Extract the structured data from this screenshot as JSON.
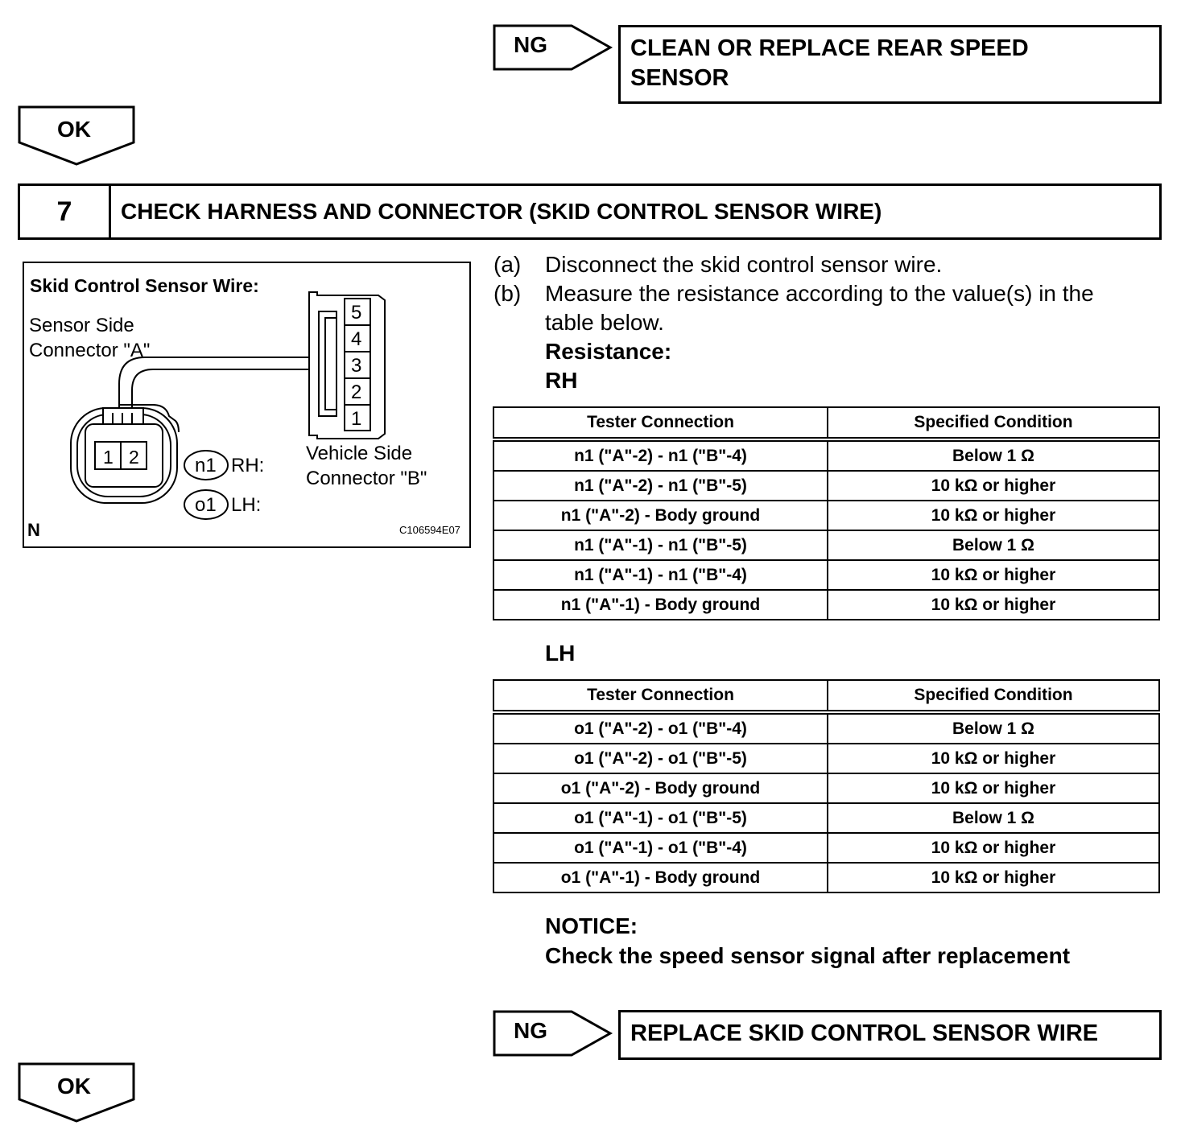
{
  "top_ng": {
    "label": "NG",
    "result": [
      "CLEAN OR REPLACE REAR SPEED",
      "SENSOR"
    ]
  },
  "top_ok": {
    "label": "OK"
  },
  "step": {
    "number": "7",
    "title": "CHECK HARNESS AND CONNECTOR (SKID CONTROL SENSOR WIRE)"
  },
  "figure": {
    "title": "Skid Control Sensor Wire:",
    "sensor_side": [
      "Sensor Side",
      "Connector \"A\""
    ],
    "vehicle_side": [
      "Vehicle Side",
      "Connector \"B\""
    ],
    "connector_a_pins": [
      "1",
      "2"
    ],
    "connector_b_pins": [
      "5",
      "4",
      "3",
      "2",
      "1"
    ],
    "legend": [
      {
        "code": "n1",
        "label": "RH:"
      },
      {
        "code": "o1",
        "label": "LH:"
      }
    ],
    "corner": "N",
    "figure_id": "C106594E07"
  },
  "instructions": [
    {
      "label": "(a)",
      "lines": [
        "Disconnect the skid control sensor wire."
      ]
    },
    {
      "label": "(b)",
      "lines": [
        "Measure the resistance according to the value(s) in the",
        "table below."
      ]
    }
  ],
  "resistance_heading": "Resistance:",
  "tables": [
    {
      "heading": "RH",
      "columns": [
        "Tester Connection",
        "Specified Condition"
      ],
      "rows": [
        [
          "n1 (\"A\"-2) - n1 (\"B\"-4)",
          "Below 1 Ω"
        ],
        [
          "n1 (\"A\"-2) - n1 (\"B\"-5)",
          "10 kΩ or higher"
        ],
        [
          "n1 (\"A\"-2) - Body ground",
          "10 kΩ or higher"
        ],
        [
          "n1 (\"A\"-1) - n1 (\"B\"-5)",
          "Below 1 Ω"
        ],
        [
          "n1 (\"A\"-1) - n1 (\"B\"-4)",
          "10 kΩ or higher"
        ],
        [
          "n1 (\"A\"-1) - Body ground",
          "10 kΩ or higher"
        ]
      ]
    },
    {
      "heading": "LH",
      "columns": [
        "Tester Connection",
        "Specified Condition"
      ],
      "rows": [
        [
          "o1 (\"A\"-2) - o1 (\"B\"-4)",
          "Below 1 Ω"
        ],
        [
          "o1 (\"A\"-2) - o1 (\"B\"-5)",
          "10 kΩ or higher"
        ],
        [
          "o1 (\"A\"-2) - Body ground",
          "10 kΩ or higher"
        ],
        [
          "o1 (\"A\"-1) - o1 (\"B\"-5)",
          "Below 1 Ω"
        ],
        [
          "o1 (\"A\"-1) - o1 (\"B\"-4)",
          "10 kΩ or higher"
        ],
        [
          "o1 (\"A\"-1) - Body ground",
          "10 kΩ or higher"
        ]
      ]
    }
  ],
  "notice": {
    "heading": "NOTICE:",
    "text": "Check the speed sensor signal after replacement"
  },
  "bottom_ng": {
    "label": "NG",
    "result": [
      "REPLACE SKID CONTROL SENSOR WIRE"
    ]
  },
  "bottom_ok": {
    "label": "OK"
  }
}
